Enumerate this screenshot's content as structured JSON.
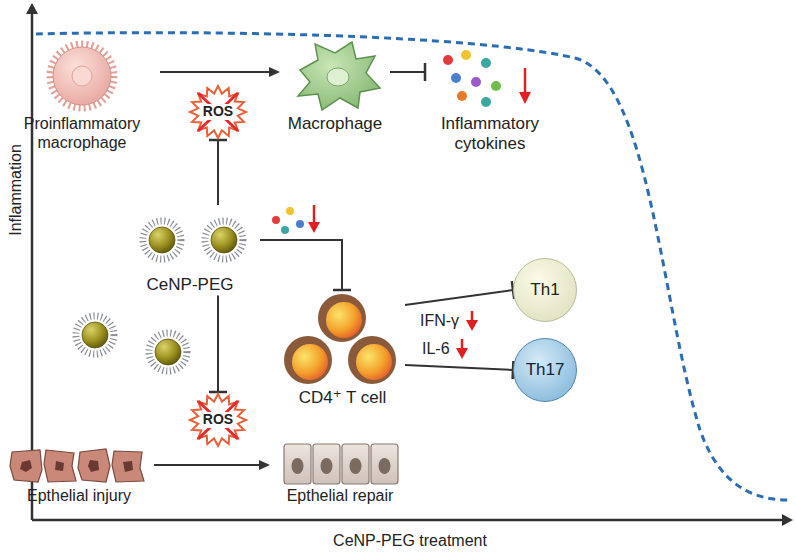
{
  "diagram": {
    "nodes": [
      {
        "text": [
          "Proinflammatory macrophage"
        ]
      },
      {
        "text": [
          "ROS"
        ]
      },
      {
        "text": [
          "Macrophage"
        ]
      },
      {
        "text": [
          "Inflammatory cytokines"
        ]
      },
      {
        "text": [
          "CeNP-PEG"
        ]
      },
      {
        "text": [
          "CD4⁺ T cell"
        ]
      },
      {
        "text": [
          "Th1"
        ]
      },
      {
        "text": [
          "Th17"
        ]
      },
      {
        "text": [
          "ROS"
        ]
      },
      {
        "text": [
          "Epthelial injury"
        ]
      },
      {
        "text": [
          "Epthelial repair"
        ]
      }
    ],
    "edges": [
      {
        "from": 0,
        "to": 2,
        "arrow": "to"
      },
      {
        "from": 4,
        "to": 1,
        "arrow": "to"
      },
      {
        "from": 2,
        "to": 3,
        "arrow": "to"
      },
      {
        "from": 4,
        "to": 5,
        "arrow": "to"
      },
      {
        "from": 5,
        "to": 6,
        "label": "IFN-γ",
        "arrow": "to"
      },
      {
        "from": 5,
        "to": 7,
        "label": "IL-6",
        "arrow": "to"
      },
      {
        "from": 4,
        "to": 8,
        "arrow": "to"
      },
      {
        "from": 9,
        "to": 10,
        "arrow": "to"
      }
    ],
    "labels": [
      "Inflammation",
      "CeNP-PEG treatment"
    ]
  }
}
